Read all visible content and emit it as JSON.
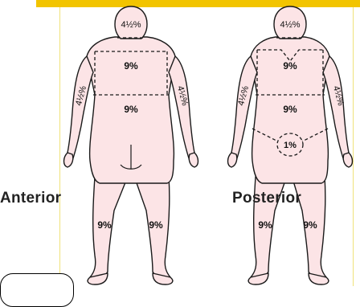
{
  "views": {
    "anterior": "Anterior",
    "posterior": "Posterior"
  },
  "front": {
    "head": "4½%",
    "chest": "9%",
    "abdomen": "9%",
    "left_arm": "4½%",
    "right_arm": "4½%",
    "left_leg": "9%",
    "right_leg": "9%"
  },
  "back": {
    "head": "4½%",
    "upper_back": "9%",
    "lower_back": "9%",
    "perineum": "1%",
    "left_arm": "4½%",
    "right_arm": "4½%",
    "left_leg": "9%",
    "right_leg": "9%"
  },
  "colors": {
    "skin": "#fce4e6",
    "outline": "#1a1a1a",
    "accent_bar": "#f2c400"
  }
}
